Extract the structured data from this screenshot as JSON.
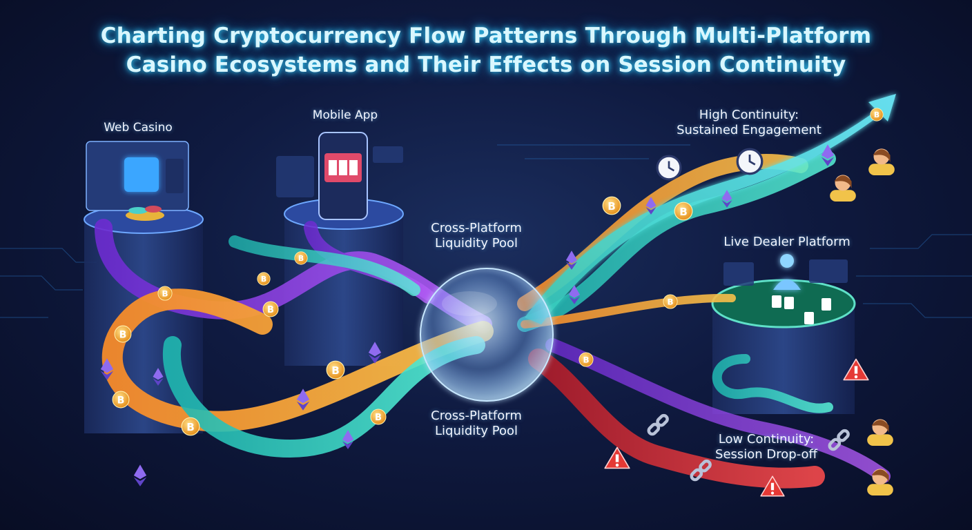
{
  "title": {
    "line1": "Charting Cryptocurrency Flow Patterns Through Multi-Platform",
    "line2": "Casino Ecosystems and Their Effects on Session Continuity"
  },
  "nodes": {
    "web_casino": "Web Casino",
    "mobile_app": "Mobile App",
    "pool_upper": "Cross-Platform\nLiquidity Pool",
    "pool_lower": "Cross-Platform\nLiquidity Pool",
    "live_dealer": "Live Dealer Platform"
  },
  "outcomes": {
    "high": "High Continuity:\nSustained Engagement",
    "low": "Low Continuity:\nSession Drop-off"
  },
  "colors": {
    "background": "#0b1230",
    "title_glow": "#37d6ff",
    "stream_purple": "#8a3ddb",
    "stream_orange": "#f0a13a",
    "stream_teal": "#2fd0c0",
    "stream_red": "#d8343a",
    "alert": "#e53935"
  },
  "icons": [
    "bitcoin-coin-icon",
    "ethereum-diamond-icon",
    "clock-icon",
    "warning-icon",
    "broken-chain-icon",
    "user-avatar-icon",
    "playing-cards-icon",
    "slot-machine-icon"
  ]
}
